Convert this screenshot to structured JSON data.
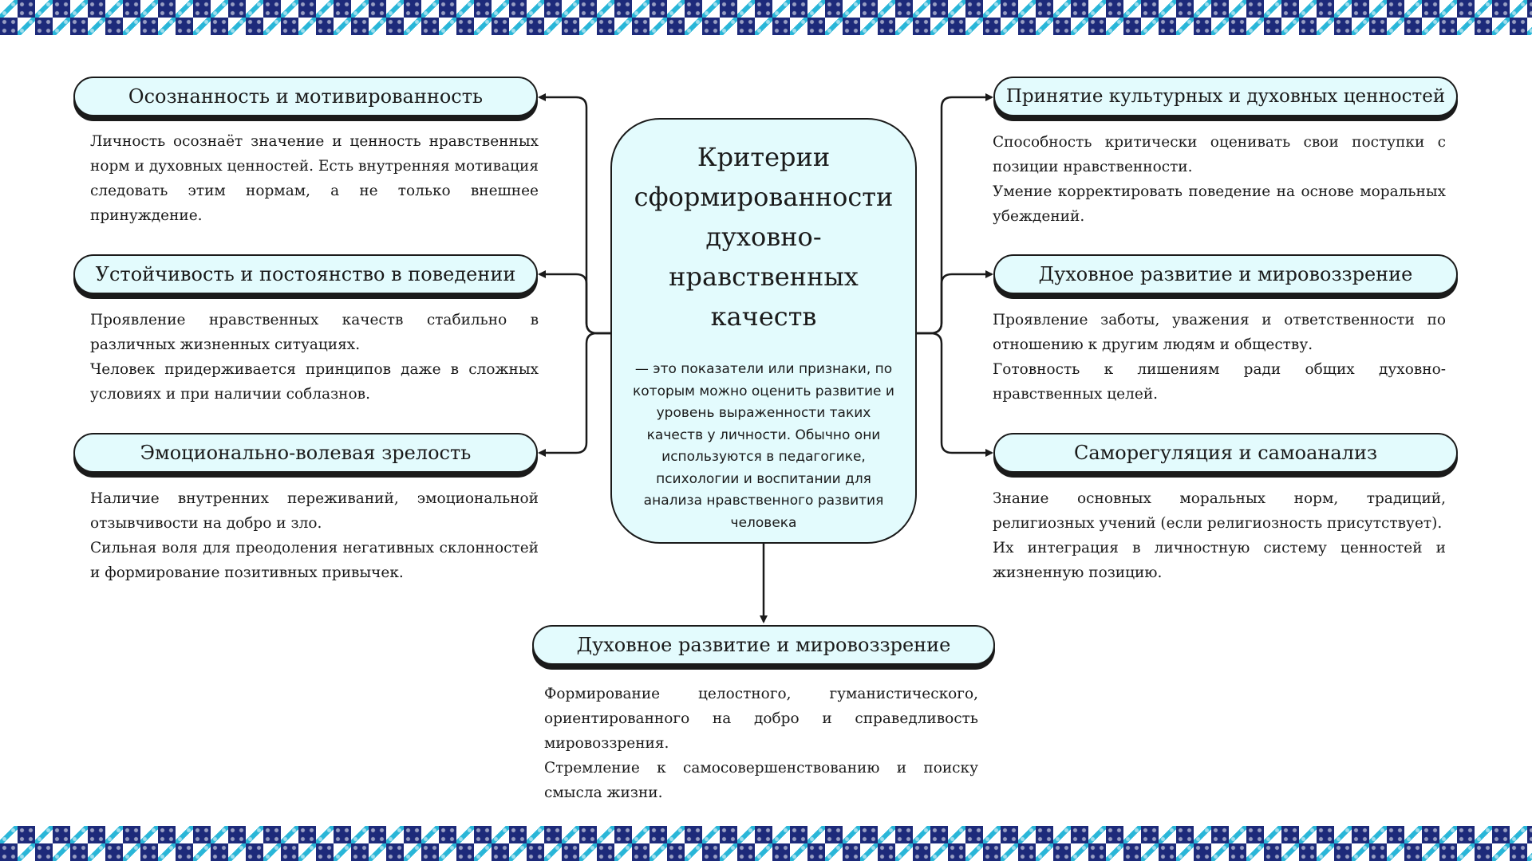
{
  "center": {
    "title": "Критерии сформированности духовно-нравственных качеств",
    "subtitle": "— это показатели или признаки, по которым можно оценить развитие и уровень выраженности таких качеств у личности. Обычно они используются в педагогике, психологии и воспитании для анализа нравственного развития человека"
  },
  "left": [
    {
      "title": "Осознанность и мотивированность",
      "lines": [
        "Личность осознаёт значение и ценность нравственных норм и духовных ценностей. Есть внутренняя мотивация следовать этим нормам, а не только внешнее принуждение."
      ]
    },
    {
      "title": "Устойчивость и постоянство в поведении",
      "lines": [
        "Проявление нравственных качеств стабильно в различных жизненных ситуациях.",
        "Человек придерживается принципов даже в сложных условиях и при наличии соблазнов."
      ]
    },
    {
      "title": "Эмоционально-волевая зрелость",
      "lines": [
        "Наличие внутренних переживаний, эмоциональной отзывчивости на добро и зло.",
        "Сильная воля для преодоления негативных склонностей и формирование позитивных привычек."
      ]
    }
  ],
  "right": [
    {
      "title": "Принятие культурных и духовных ценностей",
      "lines": [
        "Способность критически оценивать свои поступки с позиции нравственности.",
        "Умение корректировать поведение на основе моральных убеждений."
      ]
    },
    {
      "title": "Духовное развитие и мировоззрение",
      "lines": [
        "Проявление заботы, уважения и ответственности по отношению к другим людям и обществу.",
        "Готовность к лишениям ради общих духовно-нравственных целей."
      ]
    },
    {
      "title": "Саморегуляция и самоанализ",
      "lines": [
        "Знание основных моральных норм, традиций, религиозных учений (если религиозность присутствует).",
        "Их интеграция в личностную систему ценностей и жизненную позицию."
      ]
    }
  ],
  "bottom": {
    "title": "Духовное развитие и мировоззрение",
    "lines": [
      "Формирование целостного, гуманистического, ориентированного на добро и справедливость мировоззрения.",
      "Стремление к самосовершенствованию и поиску смысла жизни."
    ]
  },
  "colors": {
    "box_fill": "#e3fbfd",
    "outline": "#1a1a1a",
    "ornament_dark": "#1d2a7a",
    "ornament_light": "#29b6d8"
  }
}
